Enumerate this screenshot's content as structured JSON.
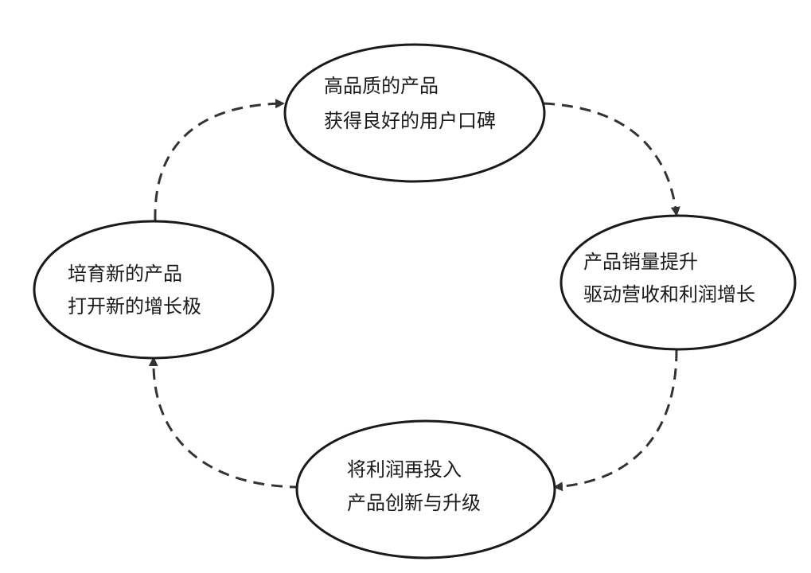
{
  "colors": {
    "background": "#ffffff",
    "node_stroke": "#1a1a1a",
    "edge": "#333333",
    "text": "#1a1a1a"
  },
  "nodes": [
    {
      "id": "quality",
      "lines": [
        "高品质的产品",
        "获得良好的用户口碑"
      ]
    },
    {
      "id": "sales",
      "lines": [
        "产品销量提升",
        "驱动营收和利润增长"
      ]
    },
    {
      "id": "reinvest",
      "lines": [
        "将利润再投入",
        "产品创新与升级"
      ]
    },
    {
      "id": "growth",
      "lines": [
        "培育新的产品",
        "打开新的增长极"
      ]
    }
  ],
  "edges": [
    {
      "from": "quality",
      "to": "sales",
      "style": "dashed"
    },
    {
      "from": "sales",
      "to": "reinvest",
      "style": "dashed"
    },
    {
      "from": "reinvest",
      "to": "growth",
      "style": "dashed"
    },
    {
      "from": "growth",
      "to": "quality",
      "style": "dashed"
    }
  ]
}
